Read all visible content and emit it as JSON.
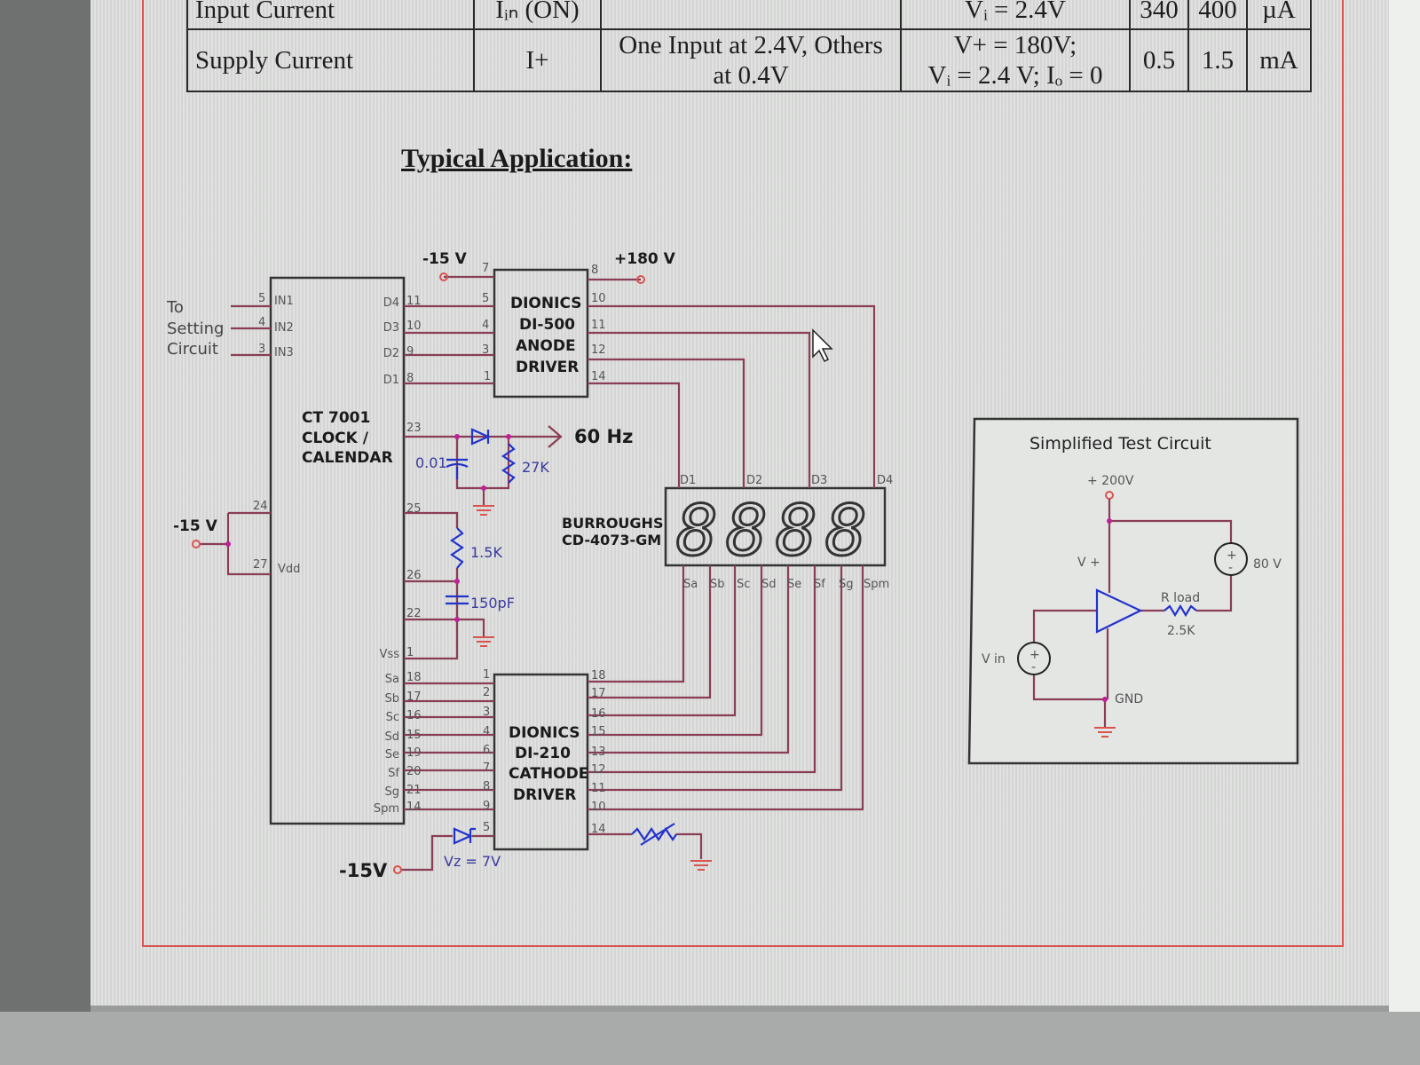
{
  "spec_table": {
    "rows": [
      {
        "parameter": "Input Current",
        "symbol": "Iᵢₙ (ON)",
        "conditions": "",
        "test_conditions": "Vᵢ = 2.4V",
        "typ": "340",
        "max": "400",
        "unit": "µA"
      },
      {
        "parameter": "Supply Current",
        "symbol": "I+",
        "conditions": "One Input at 2.4V, Others at 0.4V",
        "test_conditions_1": "V+ = 180V;",
        "test_conditions_2": "Vᵢ = 2.4 V; Iₒ = 0",
        "typ": "0.5",
        "max": "1.5",
        "unit": "mA"
      }
    ]
  },
  "section_title": "Typical Application:",
  "schematic": {
    "supply_neg": "-15 V",
    "supply_pos": "+180 V",
    "supply_neg2": "-15 V",
    "supply_neg3": "-15V",
    "setting": [
      "To",
      "Setting",
      "Circuit"
    ],
    "ct7001": {
      "name": [
        "CT 7001",
        "CLOCK /",
        "CALENDAR"
      ],
      "pins_left": [
        {
          "num": "5",
          "label": "IN1"
        },
        {
          "num": "4",
          "label": "IN2"
        },
        {
          "num": "3",
          "label": "IN3"
        },
        {
          "num": "24",
          "label": ""
        },
        {
          "num": "27",
          "label": "Vdd"
        }
      ],
      "pins_right": [
        {
          "num": "11",
          "label": "D4"
        },
        {
          "num": "10",
          "label": "D3"
        },
        {
          "num": "9",
          "label": "D2"
        },
        {
          "num": "8",
          "label": "D1"
        },
        {
          "num": "23",
          "label": ""
        },
        {
          "num": "25",
          "label": ""
        },
        {
          "num": "26",
          "label": ""
        },
        {
          "num": "22",
          "label": ""
        },
        {
          "num": "1",
          "label": "Vss"
        },
        {
          "num": "18",
          "label": "Sa"
        },
        {
          "num": "17",
          "label": "Sb"
        },
        {
          "num": "16",
          "label": "Sc"
        },
        {
          "num": "15",
          "label": "Sd"
        },
        {
          "num": "19",
          "label": "Se"
        },
        {
          "num": "20",
          "label": "Sf"
        },
        {
          "num": "21",
          "label": "Sg"
        },
        {
          "num": "14",
          "label": "Spm"
        }
      ]
    },
    "anode_driver": {
      "name": [
        "DIONICS",
        "DI-500",
        "ANODE",
        "DRIVER"
      ],
      "pins_in": [
        "7",
        "5",
        "4",
        "3",
        "1"
      ],
      "pins_out": [
        "8",
        "10",
        "11",
        "12",
        "14"
      ]
    },
    "cathode_driver": {
      "name": [
        "DIONICS",
        "DI-210",
        "CATHODE",
        "DRIVER"
      ],
      "pins_in": [
        "1",
        "2",
        "3",
        "4",
        "6",
        "7",
        "8",
        "9",
        "5"
      ],
      "pins_out": [
        "18",
        "17",
        "16",
        "15",
        "13",
        "12",
        "11",
        "10",
        "14"
      ]
    },
    "display": {
      "name": [
        "BURROUGHS",
        "CD-4073-GM"
      ],
      "digits": [
        "D1",
        "D2",
        "D3",
        "D4"
      ],
      "digit_glyph": "8",
      "segments": [
        "Sa",
        "Sb",
        "Sc",
        "Sd",
        "Se",
        "Sf",
        "Sg",
        "Spm"
      ]
    },
    "components": {
      "c1": "0.01",
      "r1": "27K",
      "freq": "60 Hz",
      "r2": "1.5K",
      "c2": "150pF",
      "zener": "Vz = 7V"
    }
  },
  "test_circuit": {
    "title": "Simplified Test Circuit",
    "supply": "+ 200V",
    "vplus": "V +",
    "source": "80 V",
    "rload": "R load",
    "rload_value": "2.5K",
    "vin": "V in",
    "gnd": "GND",
    "plus": "+",
    "minus": "-"
  },
  "colors": {
    "wire": "#8a3d55",
    "component": "#2233cc",
    "border": "#d9534f",
    "junction": "#c0209a"
  },
  "cursor": "arrow-pointer"
}
